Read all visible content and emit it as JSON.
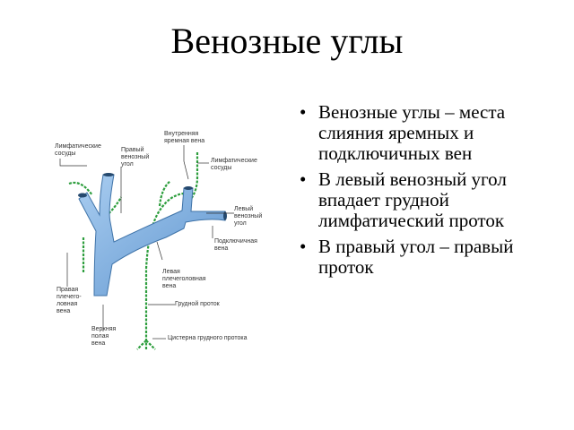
{
  "slide": {
    "title": "Венозные углы",
    "bullets": [
      "Венозные углы – места слияния яремных и подключичных вен",
      "В левый венозный угол впадает грудной лимфатический проток",
      "В правый угол – правый проток"
    ],
    "bullet_glyph": "•"
  },
  "diagram": {
    "labels": {
      "lymph_vessels_left": "Лимфатические\nсосуды",
      "right_venous_angle": "Правый\nвенозный\nугол",
      "internal_jugular_vein": "Внутренняя\nяремная вена",
      "lymph_vessels_right": "Лимфатические\nсосуды",
      "left_venous_angle": "Левый\nвенозный\nугол",
      "subclavian_vein": "Подключичная\nвена",
      "left_brachiocephalic_vein": "Левая\nплечеголовная\nвена",
      "thoracic_duct": "Грудной проток",
      "right_brachiocephalic_vein": "Правая\nплечего-\nловная\nвена",
      "superior_vena_cava": "Верхняя\nполая\nвена",
      "cisterna_chyli": "Цистерна грудного протока"
    },
    "colors": {
      "vein": "#7aaee0",
      "vein_edge": "#3f73a8",
      "duct": "#2e9e3e",
      "leader": "#333333"
    }
  }
}
